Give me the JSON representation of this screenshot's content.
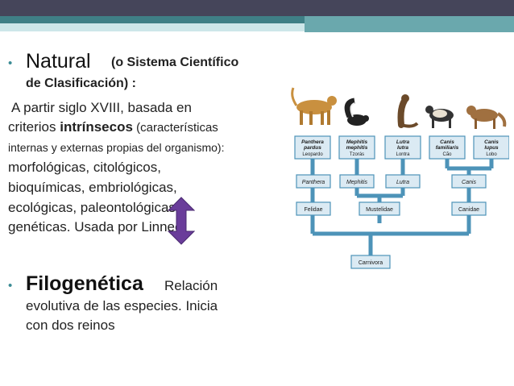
{
  "slide": {
    "natural": {
      "bullet": "•",
      "title": "Natural",
      "subtitle_1": "(o Sistema Científico",
      "subtitle_2": "de Clasificación) :",
      "line_1": "A partir siglo XVIII, basada en",
      "line_2a": "criterios ",
      "line_2b": "intrínsecos",
      "line_2c": " (características",
      "line_3": "internas y externas propias del organismo):",
      "line_4": "morfológicas, citológicos,",
      "line_5": "bioquímicas, embriológicas,",
      "line_6": "ecológicas, paleontológicas y",
      "line_7": "genéticas. Usada por Linneo."
    },
    "filogenetica": {
      "bullet": "•",
      "title": "Filogenética",
      "line_1": "Relación",
      "line_2": "evolutiva de las especies. Inicia",
      "line_3": "con dos reinos"
    }
  },
  "tree": {
    "species": [
      {
        "genus": "Panthera",
        "species": "pardus",
        "common": "Leopardo"
      },
      {
        "genus": "Mephitis",
        "species": "mephitis",
        "common": "Tzorás"
      },
      {
        "genus": "Lutra",
        "species": "lutra",
        "common": "Lontra"
      },
      {
        "genus": "Canis",
        "species": "familiaris",
        "common": "Cão"
      },
      {
        "genus": "Canis",
        "species": "lupus",
        "common": "Lobo"
      }
    ],
    "genera": [
      "Panthera",
      "Mephitis",
      "Lutra",
      "Canis"
    ],
    "families": [
      "Felidae",
      "Mustelidae",
      "Canidae"
    ],
    "order": "Carnivora",
    "colors": {
      "line": "#4d93b8",
      "box_fill": "#dbeaf3",
      "box_stroke": "#4d93b8"
    }
  },
  "theme": {
    "bullet_color": "#3c8c95",
    "arrow_color": "#6a3d9a"
  }
}
